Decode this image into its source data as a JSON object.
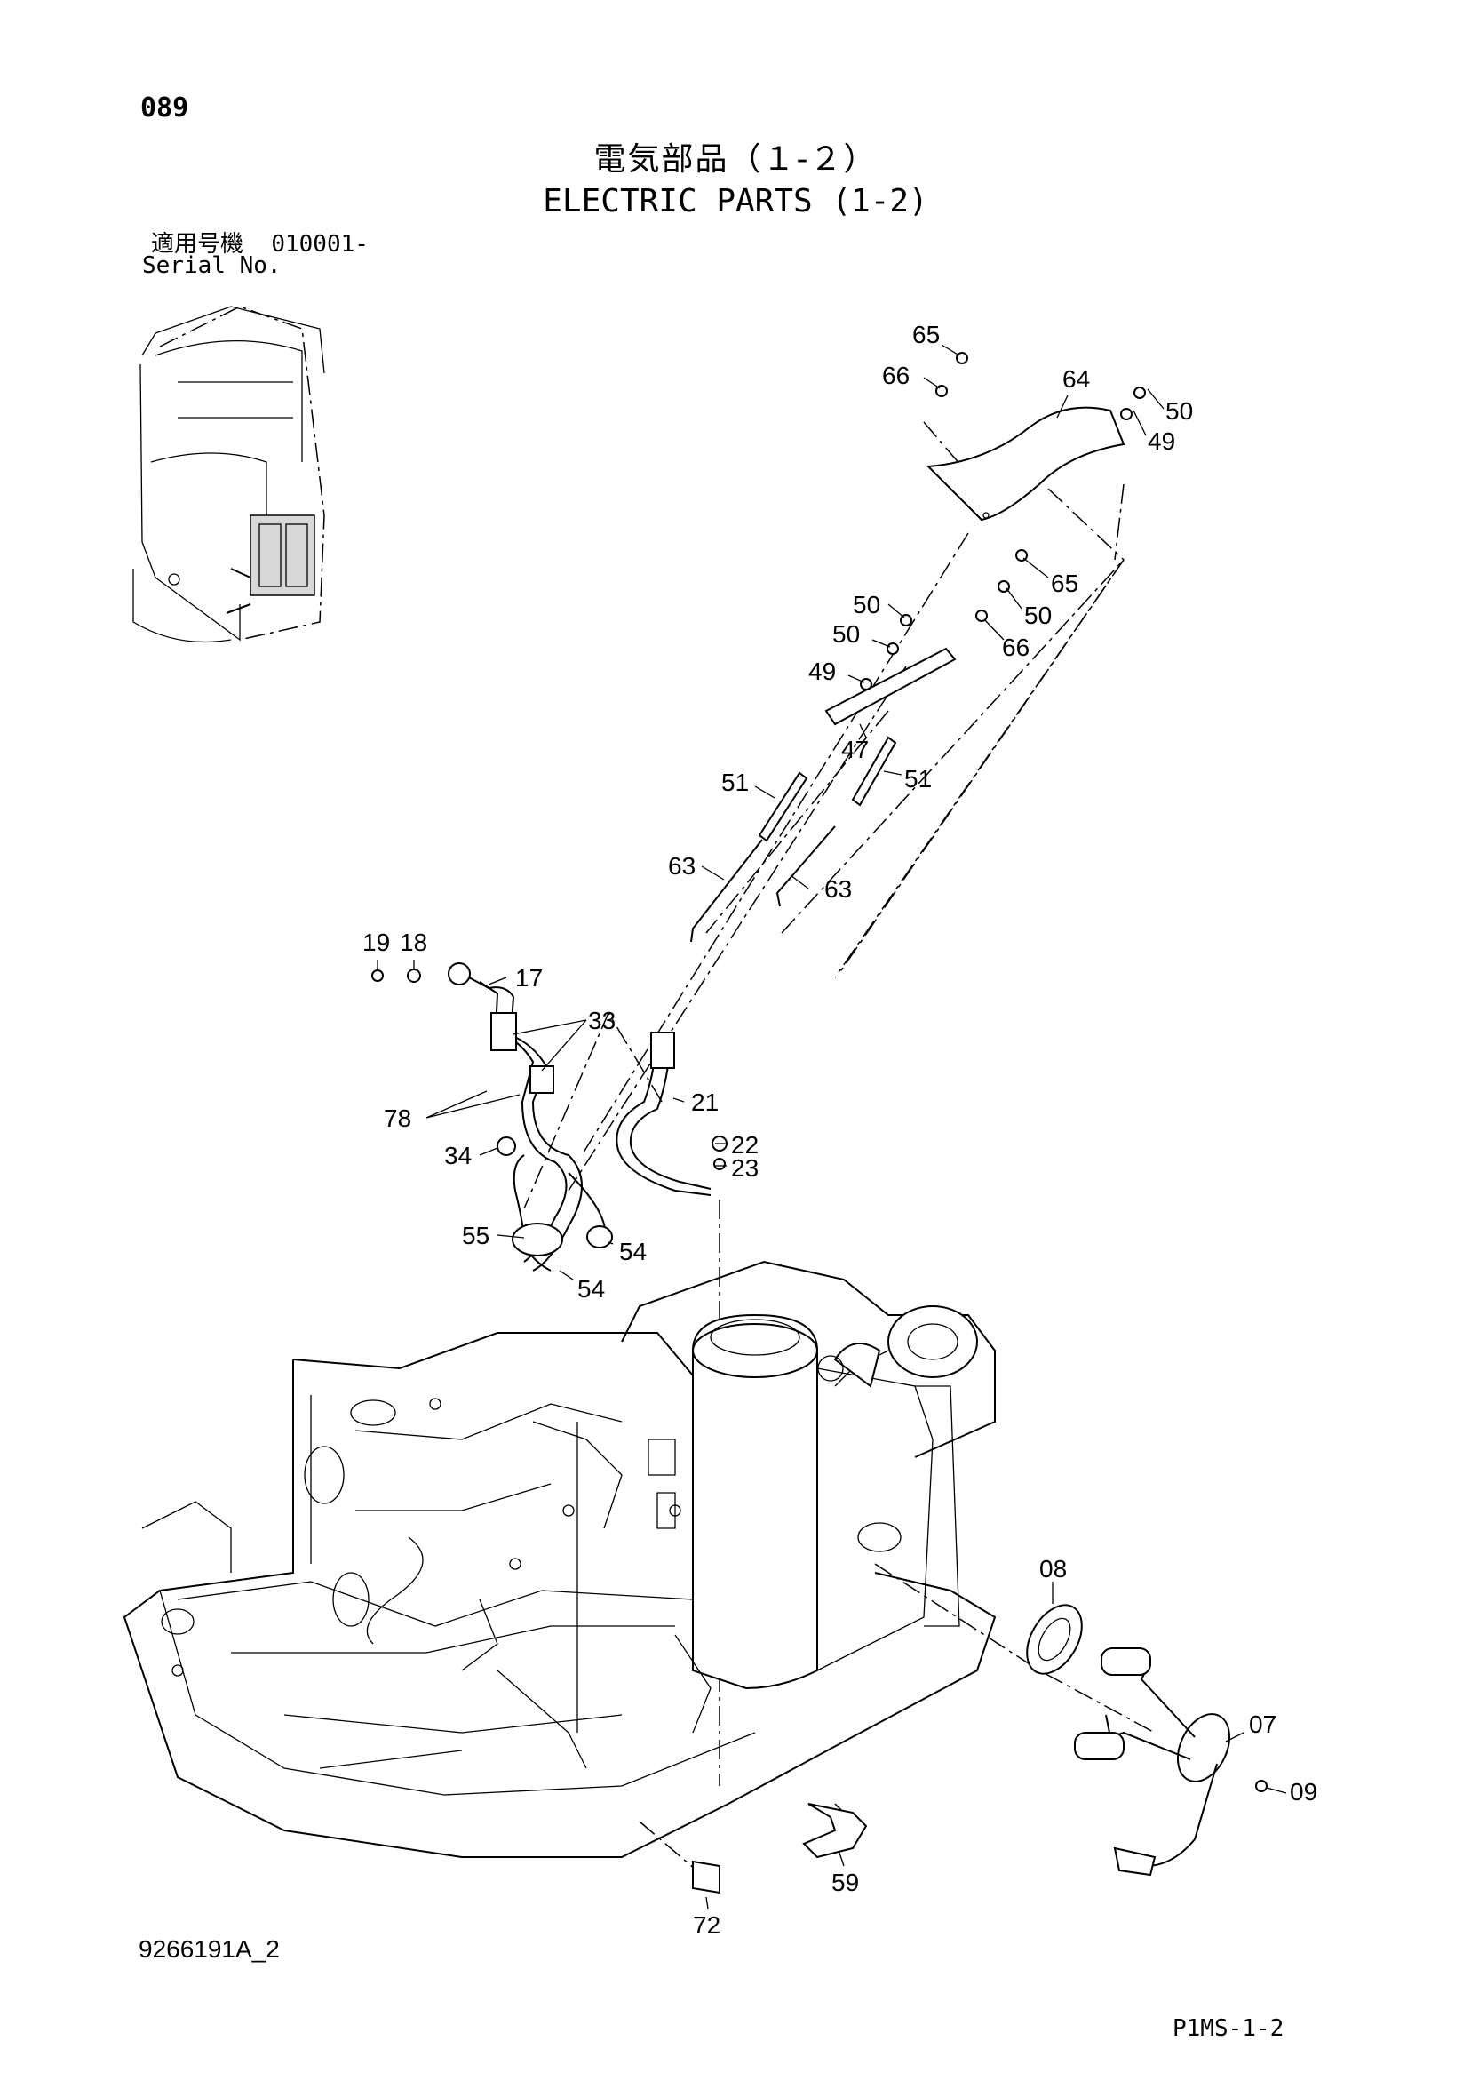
{
  "header": {
    "page_number": "089",
    "title_jp": "電気部品（１-２）",
    "title_en": "ELECTRIC PARTS (1-2)",
    "serial_label_jp": "適用号機",
    "serial_value": "010001-",
    "serial_label_en": "Serial No."
  },
  "footer": {
    "document_id": "9266191A_2",
    "page_code": "P1MS-1-2"
  },
  "callouts": [
    "65",
    "66",
    "64",
    "50",
    "49",
    "65",
    "50",
    "66",
    "50",
    "50",
    "49",
    "47",
    "51",
    "51",
    "63",
    "63",
    "19",
    "18",
    "17",
    "33",
    "78",
    "21",
    "22",
    "23",
    "34",
    "55",
    "54",
    "54",
    "08",
    "07",
    "09",
    "59",
    "72"
  ]
}
